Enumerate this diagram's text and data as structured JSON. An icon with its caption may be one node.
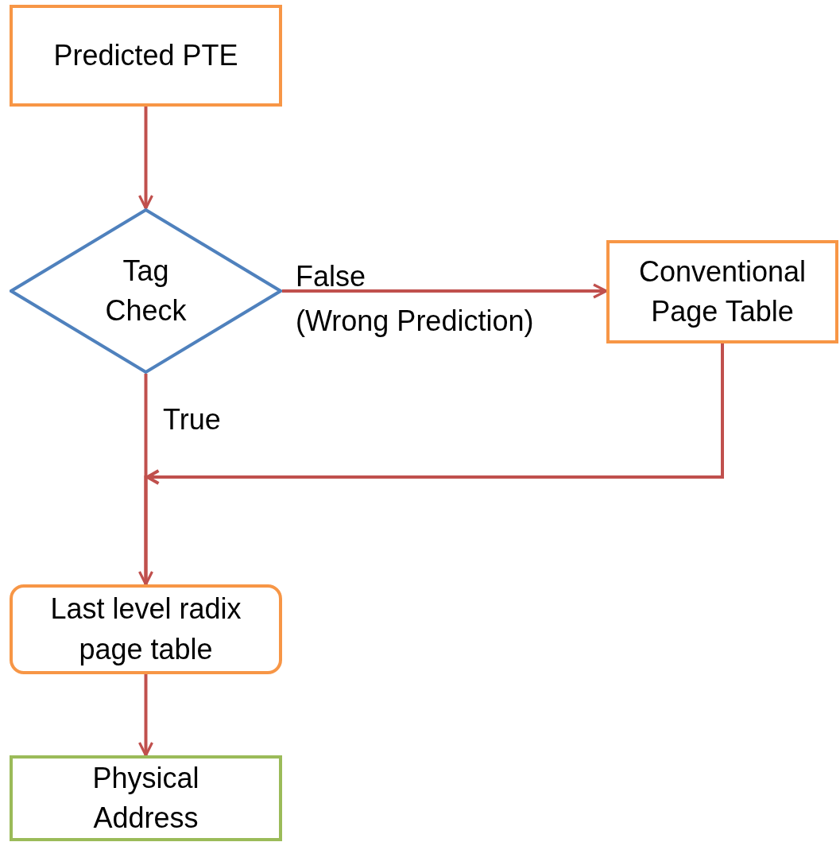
{
  "diagram": {
    "nodes": [
      {
        "text": [
          "Predicted PTE"
        ]
      },
      {
        "text": [
          "Tag Check"
        ]
      },
      {
        "text": [
          "Conventional Page Table"
        ]
      },
      {
        "text": [
          "Last level radix page table"
        ]
      },
      {
        "text": [
          "Physical Address"
        ]
      }
    ],
    "edges": [
      {
        "from": 0,
        "to": 1,
        "arrow": "to"
      },
      {
        "from": 1,
        "to": 2,
        "arrow": "to",
        "label": "False (Wrong Prediction)"
      },
      {
        "from": 1,
        "to": 3,
        "arrow": "to",
        "label": "True"
      },
      {
        "from": 2,
        "to": 3,
        "arrow": "to"
      },
      {
        "from": 3,
        "to": 4,
        "arrow": "to"
      }
    ]
  }
}
